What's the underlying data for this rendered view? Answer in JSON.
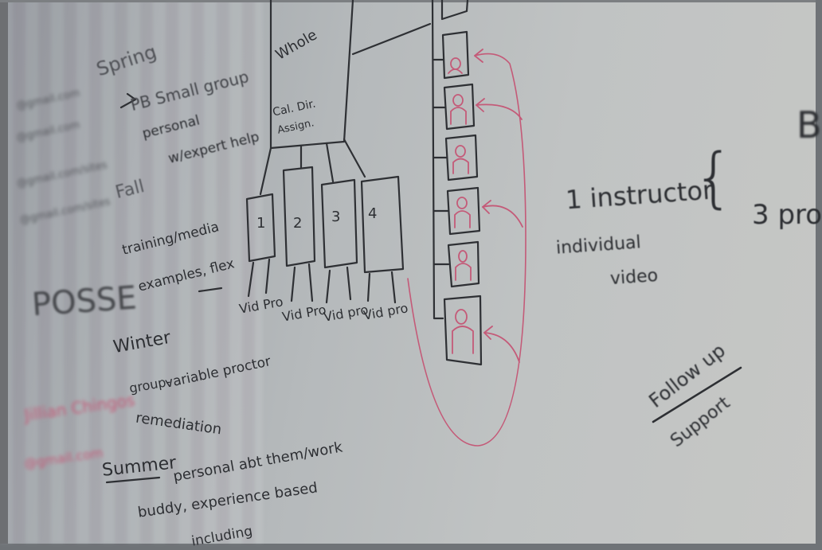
{
  "left_panel": {
    "emails": [
      "@gmail.com",
      "@gmail.com",
      "@gmail.com/sites",
      "@gmail.com/sites"
    ],
    "posse": "POSSE",
    "red_line_1": "Jillian Chingos",
    "red_line_2": "@gmail.com"
  },
  "plan": {
    "spring_label": "Spring",
    "spring_note_1": "PB Small group",
    "spring_note_2": "personal",
    "spring_note_3": "w/expert help",
    "fall_label": "Fall",
    "fall_note_1": "training/media",
    "fall_note_2": "examples, flex",
    "winter_label": "Winter",
    "winter_note_1": "variable proctor",
    "winter_note_2": "group-",
    "winter_note_3": "remediation",
    "summer_label": "Summer",
    "summer_note_1": "personal abt them/work",
    "summer_note_2": "buddy, experience based",
    "summer_note_3": "including"
  },
  "diagram": {
    "whole_label": "Whole",
    "whole_sub_1": "Cal. Dir.",
    "whole_sub_2": "Assign.",
    "boxes": [
      "1",
      "2",
      "3",
      "4"
    ],
    "vid_pro": [
      "Vid Pro",
      "Vid Pro",
      "Vid pro",
      "Vid pro"
    ]
  },
  "right_side": {
    "instructor": "1 instructor",
    "brace": "{",
    "three_pro": "3 pro",
    "individual": "individual",
    "video": "video",
    "follow_up": "Follow up",
    "support": "Support",
    "edge_letter": "B"
  },
  "colors": {
    "ink": "#2d2f33",
    "red_marker": "#c45a78",
    "board": "#c0c3c3"
  }
}
